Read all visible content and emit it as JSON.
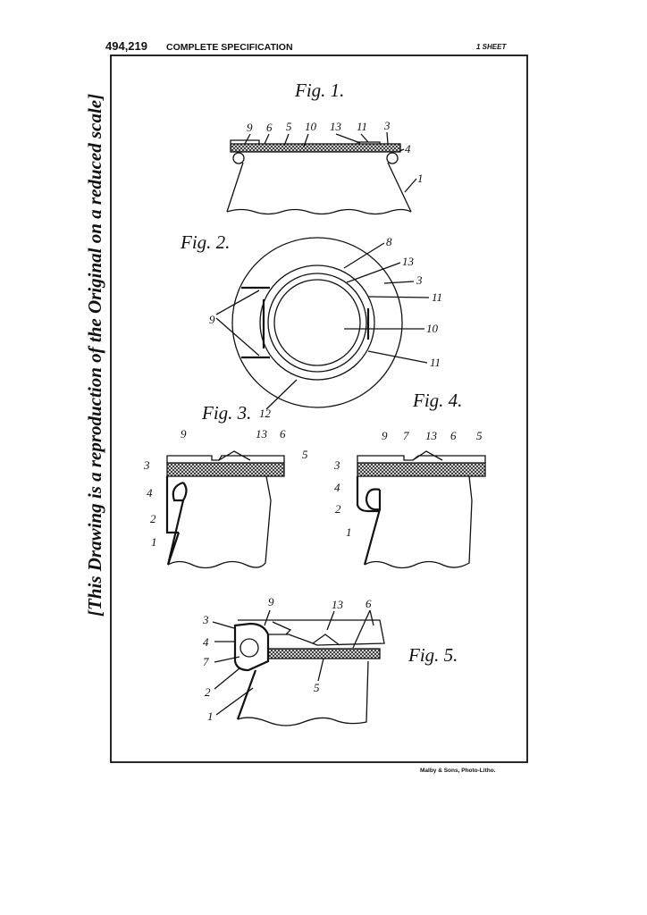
{
  "header": {
    "patent_number": "494,219",
    "title": "COMPLETE SPECIFICATION",
    "sheets": "1 SHEET"
  },
  "side_note": "[This Drawing is a reproduction of the Original on a reduced scale]",
  "footer": "Malby & Sons, Photo-Litho.",
  "figures": {
    "fig1": {
      "title": "Fig. 1.",
      "labels": [
        "9",
        "6",
        "5",
        "10",
        "13",
        "11",
        "3",
        "4",
        "1"
      ]
    },
    "fig2": {
      "title": "Fig. 2.",
      "labels": [
        "8",
        "13",
        "3",
        "11",
        "10",
        "11",
        "9",
        "12"
      ]
    },
    "fig3": {
      "title": "Fig. 3.",
      "labels": [
        "9",
        "13",
        "6",
        "5",
        "3",
        "4",
        "2",
        "1"
      ]
    },
    "fig4": {
      "title": "Fig. 4.",
      "labels": [
        "9",
        "7",
        "13",
        "6",
        "5",
        "3",
        "4",
        "2",
        "1"
      ]
    },
    "fig5": {
      "title": "Fig. 5.",
      "labels": [
        "3",
        "9",
        "13",
        "6",
        "4",
        "7",
        "2",
        "5",
        "1"
      ]
    }
  }
}
